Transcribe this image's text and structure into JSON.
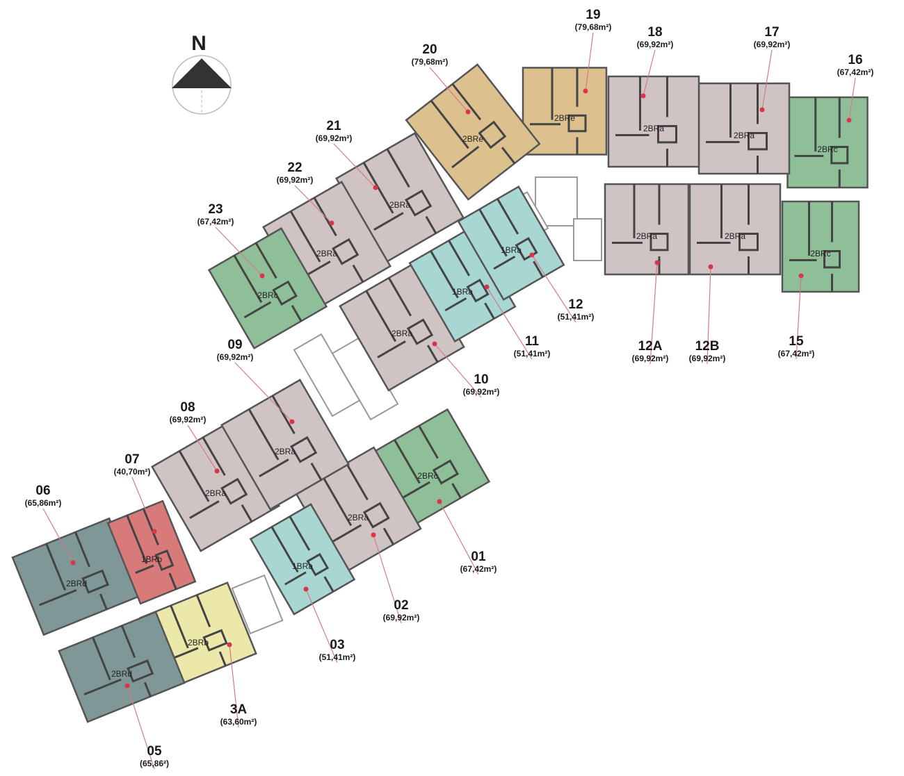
{
  "compass": {
    "label": "N"
  },
  "type_colors": {
    "2BRa": "#cfc3c3",
    "2BRb": "#ebe8aa",
    "2BRc": "#8fbf98",
    "2BRd": "#7f9797",
    "2BRe": "#dcc18f",
    "1BRa": "#a8d7d3",
    "1BRb": "#d97a7a"
  },
  "marker_color": "#d9354a",
  "units": [
    {
      "id": "01",
      "area": "(67,42m²)",
      "type": "2BRc"
    },
    {
      "id": "02",
      "area": "(69,92m²)",
      "type": "2BRa"
    },
    {
      "id": "03",
      "area": "(51,41m²)",
      "type": "1BRa"
    },
    {
      "id": "3A",
      "area": "(63,60m²)",
      "type": "2BRb"
    },
    {
      "id": "05",
      "area": "(65,86²)",
      "type": "2BRd"
    },
    {
      "id": "06",
      "area": "(65,86m²)",
      "type": "2BRd"
    },
    {
      "id": "07",
      "area": "(40,70m²)",
      "type": "1BRb"
    },
    {
      "id": "08",
      "area": "(69,92m²)",
      "type": "2BRa"
    },
    {
      "id": "09",
      "area": "(69,92m²)",
      "type": "2BRa"
    },
    {
      "id": "10",
      "area": "(69,92m²)",
      "type": "2BRa"
    },
    {
      "id": "11",
      "area": "(51,41m²)",
      "type": "1BRa"
    },
    {
      "id": "12",
      "area": "(51,41m²)",
      "type": "1BRa"
    },
    {
      "id": "12A",
      "area": "(69,92m²)",
      "type": "2BRa"
    },
    {
      "id": "12B",
      "area": "(69,92m²)",
      "type": "2BRa"
    },
    {
      "id": "15",
      "area": "(67,42m²)",
      "type": "2BRc"
    },
    {
      "id": "16",
      "area": "(67,42m²)",
      "type": "2BRc"
    },
    {
      "id": "17",
      "area": "(69,92m²)",
      "type": "2BRa"
    },
    {
      "id": "18",
      "area": "(69,92m²)",
      "type": "2BRa"
    },
    {
      "id": "19",
      "area": "(79,68m²)",
      "type": "2BRe"
    },
    {
      "id": "20",
      "area": "(79,68m²)",
      "type": "2BRe"
    },
    {
      "id": "21",
      "area": "(69,92m²)",
      "type": "2BRa"
    },
    {
      "id": "22",
      "area": "(69,92m²)",
      "type": "2BRa"
    },
    {
      "id": "23",
      "area": "(67,42m²)",
      "type": "2BRc"
    }
  ]
}
